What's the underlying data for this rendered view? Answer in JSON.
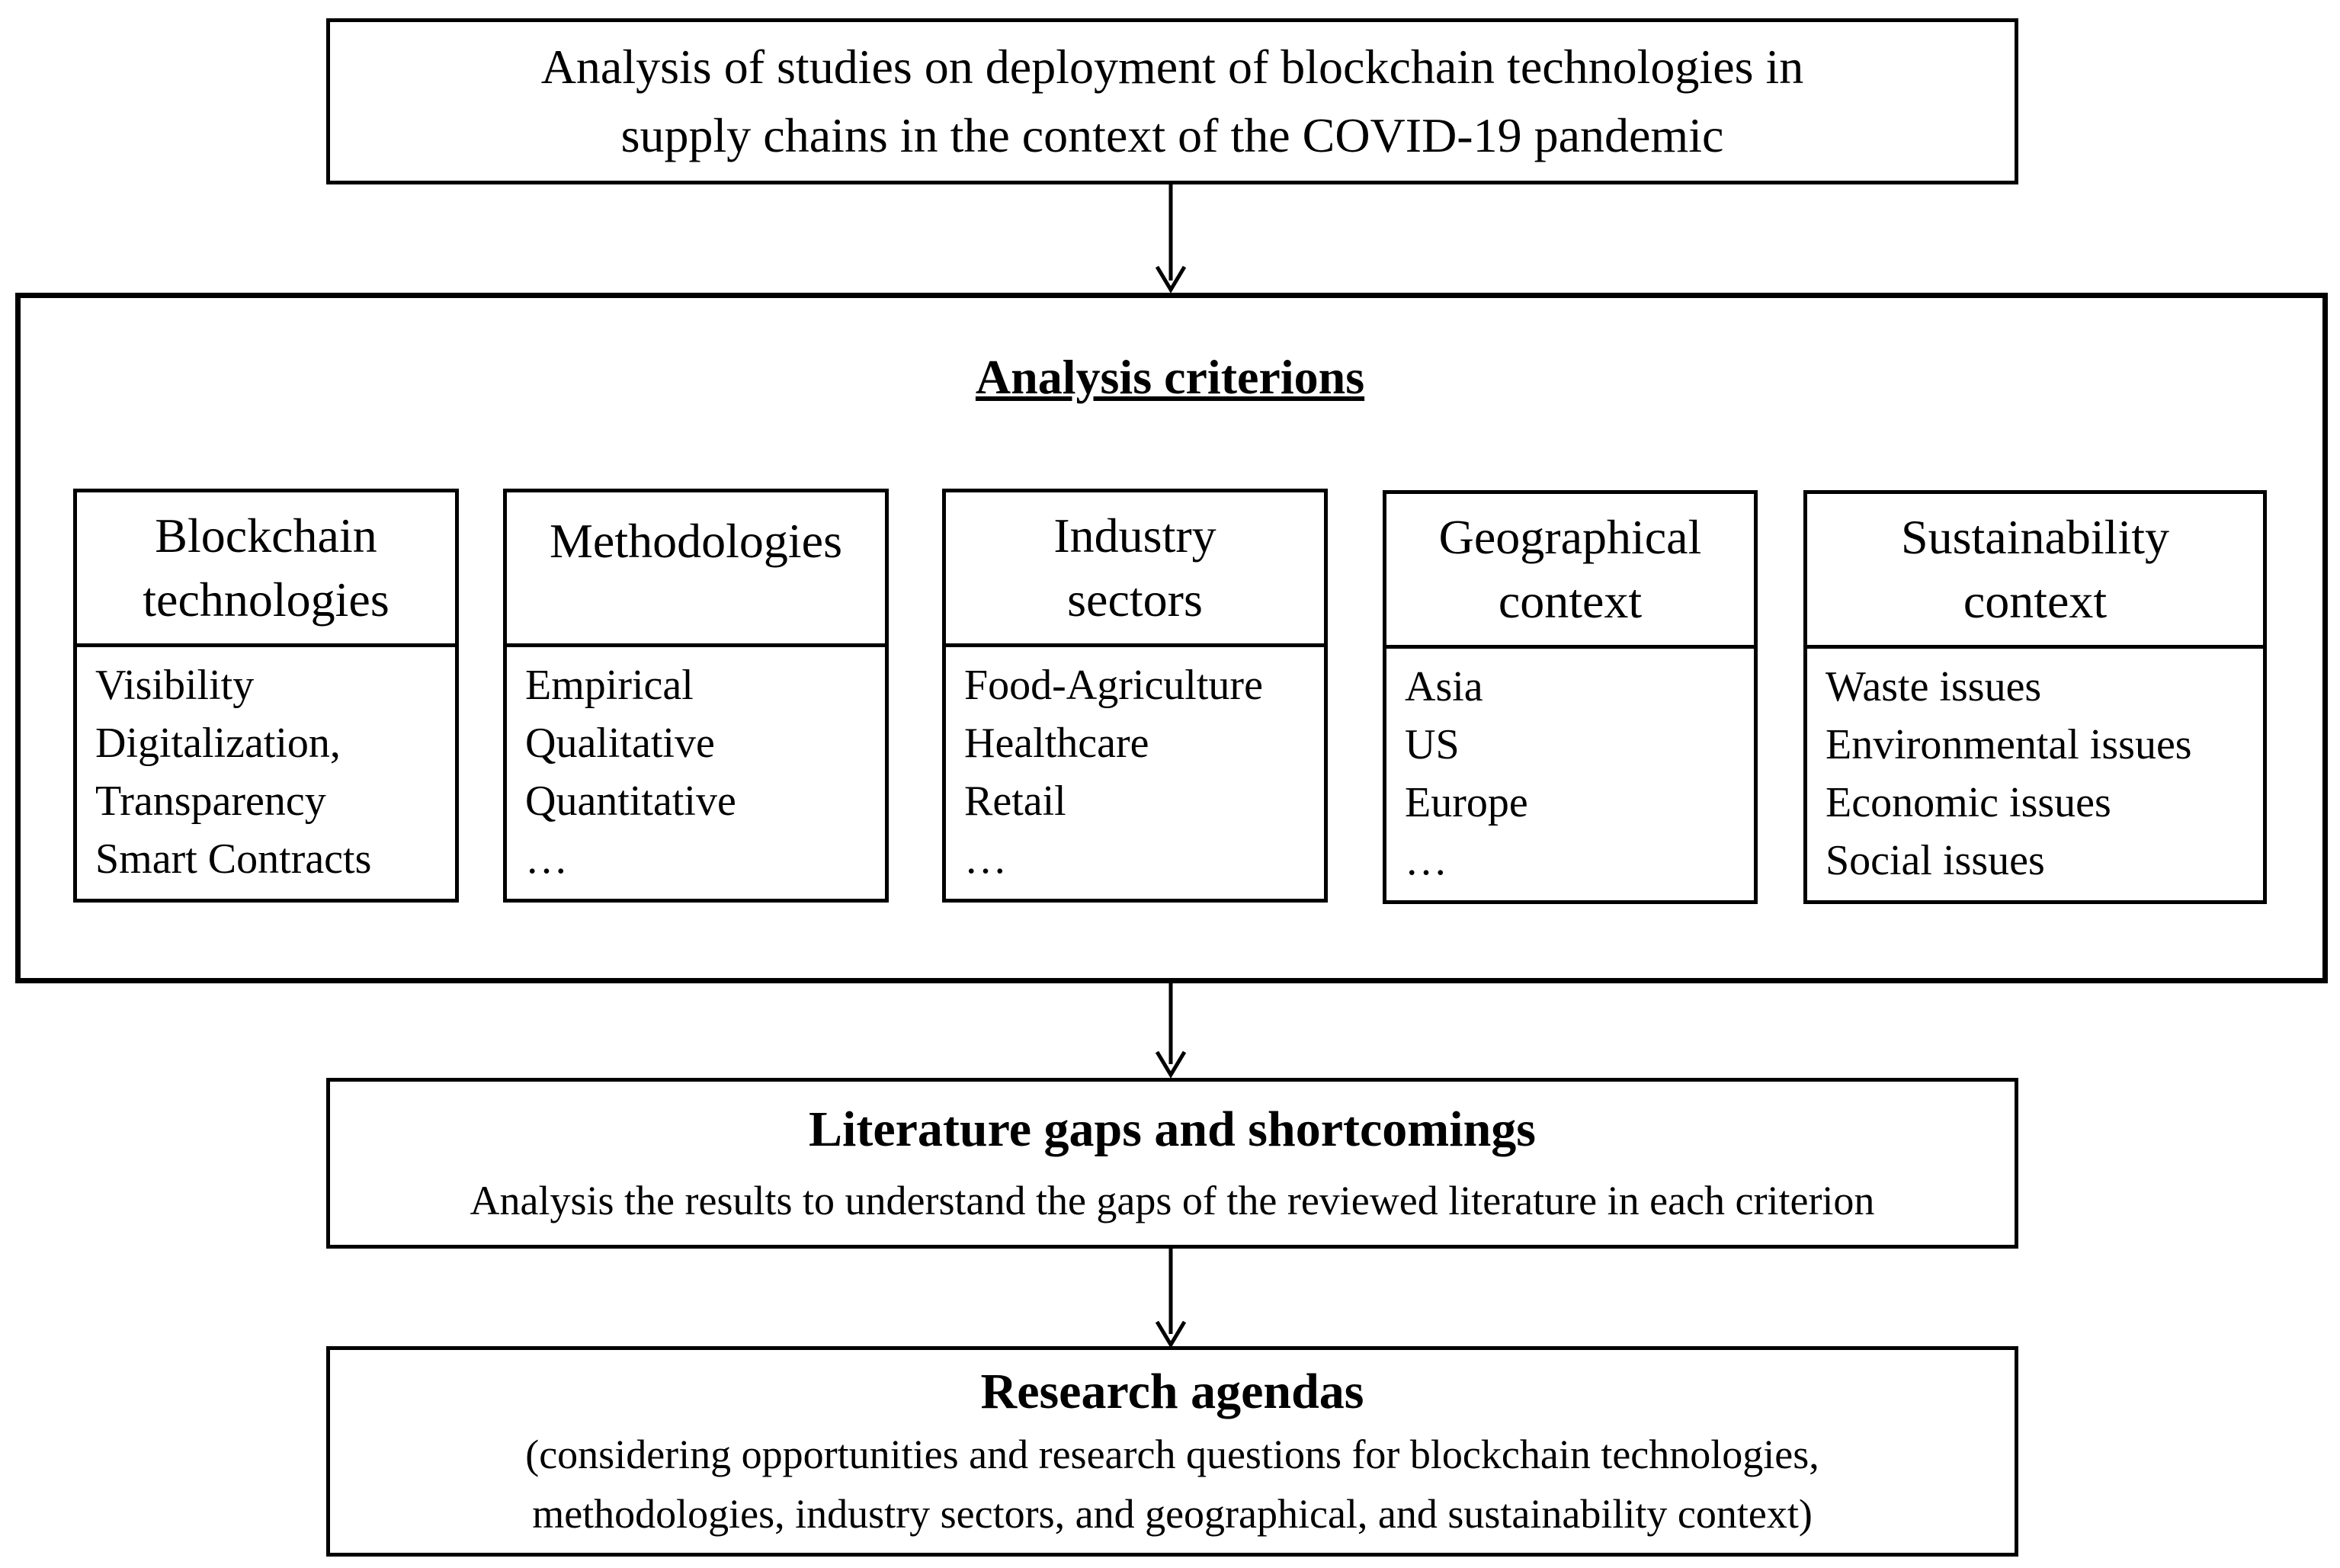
{
  "top_box": {
    "lines": [
      "Analysis of studies on deployment of blockchain technologies in",
      "supply chains in the context of the COVID-19 pandemic"
    ]
  },
  "criteria": {
    "title": "Analysis criterions",
    "columns": [
      {
        "heading": [
          "Blockchain",
          "technologies"
        ],
        "items": [
          "Visibility",
          "Digitalization,",
          "Transparency",
          "Smart Contracts"
        ]
      },
      {
        "heading": [
          "Methodologies"
        ],
        "items": [
          "Empirical",
          "Qualitative",
          "Quantitative",
          "…"
        ]
      },
      {
        "heading": [
          "Industry",
          "sectors"
        ],
        "items": [
          "Food-Agriculture",
          "Healthcare",
          "Retail",
          "…"
        ]
      },
      {
        "heading": [
          "Geographical",
          "context"
        ],
        "items": [
          "Asia",
          "US",
          "Europe",
          "…"
        ]
      },
      {
        "heading": [
          "Sustainability",
          "context"
        ],
        "items": [
          "Waste issues",
          "Environmental issues",
          "Economic issues",
          "Social issues"
        ]
      }
    ]
  },
  "gaps": {
    "title": "Literature gaps and shortcomings",
    "text": "Analysis the results to understand the gaps of the reviewed literature in each criterion"
  },
  "agenda": {
    "title": "Research agendas",
    "lines": [
      "(considering opportunities and research questions for blockchain technologies,",
      "methodologies, industry sectors, and geographical, and sustainability context)"
    ]
  }
}
